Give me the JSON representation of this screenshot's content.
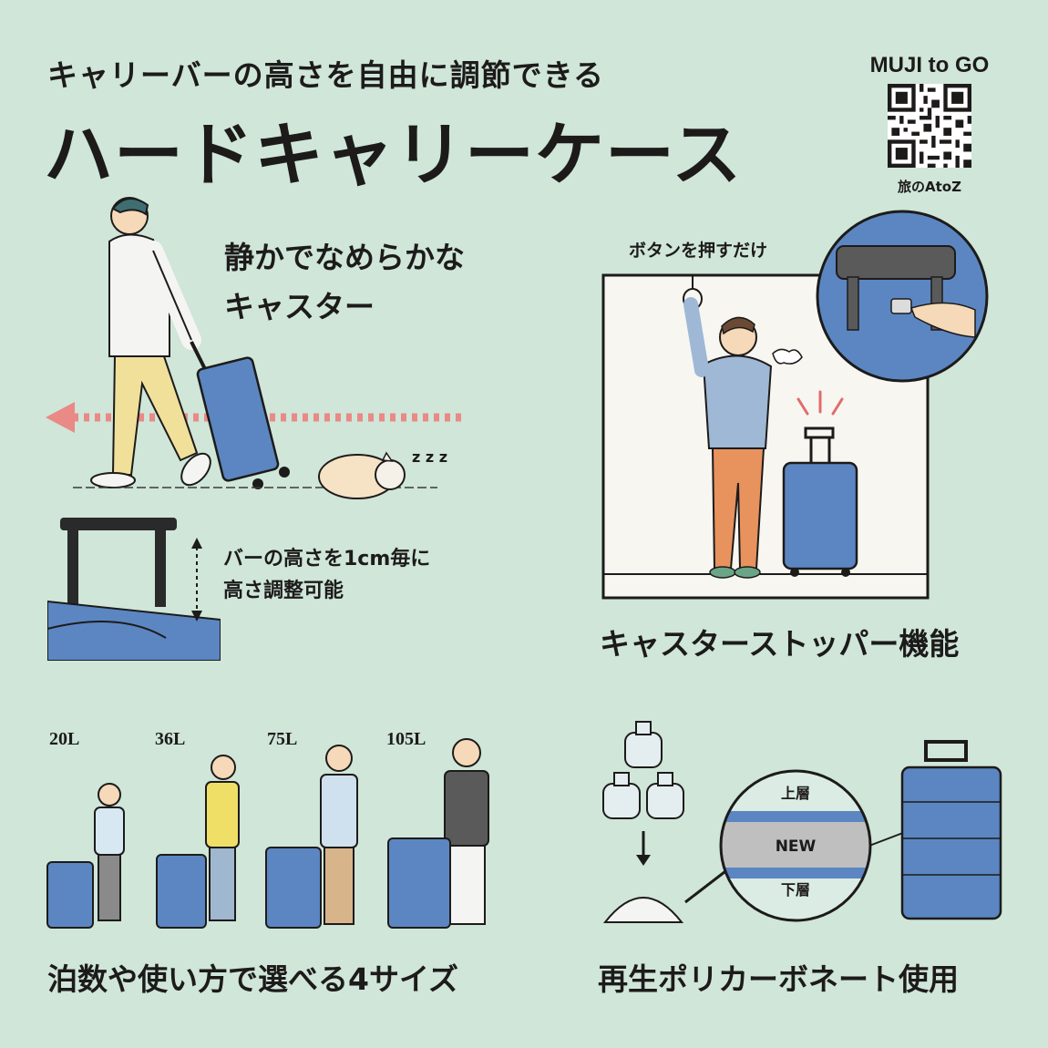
{
  "header": {
    "subtitle": "キャリーバーの高さを自由に調節できる",
    "title": "ハードキャリーケース"
  },
  "brand": {
    "name": "MUJI to GO",
    "tag": "旅のAtoZ"
  },
  "features": {
    "casters": {
      "line1": "静かでなめらかな",
      "line2": "キャスター",
      "sound": "z z z"
    },
    "bar": {
      "line1": "バーの高さを1cm毎に",
      "line2": "高さ調整可能"
    },
    "stopper": {
      "callout": "ボタンを押すだけ",
      "label": "キャスターストッパー機能"
    },
    "sizes": {
      "label": "泊数や使い方で選べる4サイズ",
      "items": [
        "20L",
        "36L",
        "75L",
        "105L"
      ]
    },
    "material": {
      "label": "再生ポリカーボネート使用",
      "upper": "上層",
      "middle": "NEW",
      "lower": "下層"
    }
  },
  "colors": {
    "background": "#cfe6d9",
    "suitcase_blue": "#5b86c2",
    "dashed_arrow": "#e98a86"
  }
}
